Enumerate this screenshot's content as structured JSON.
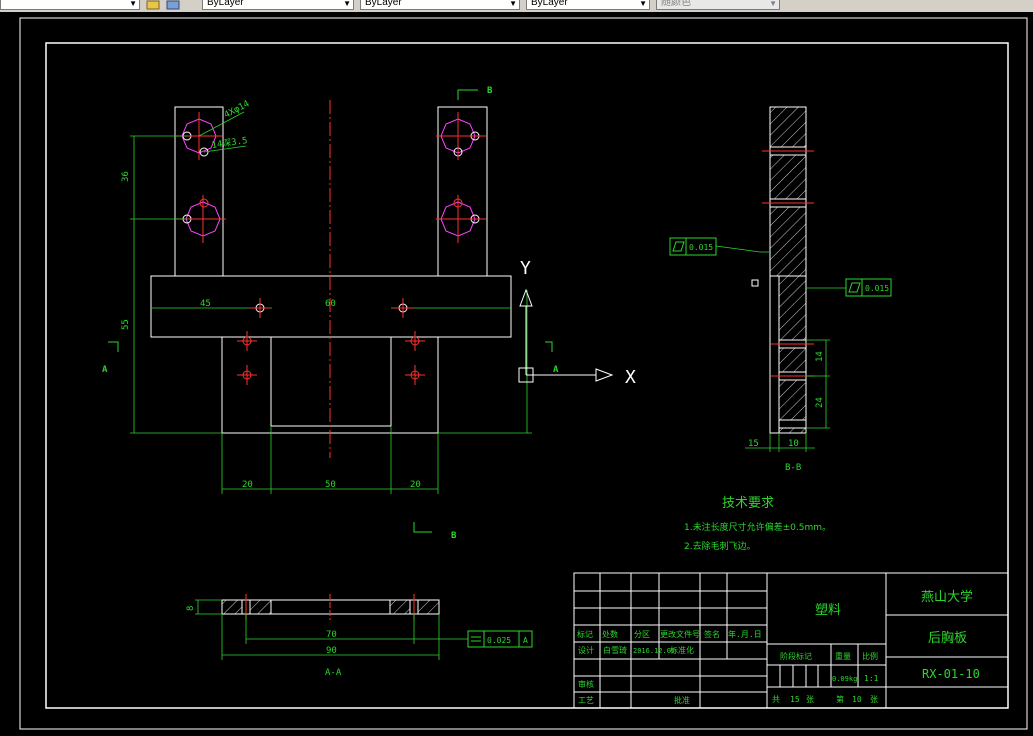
{
  "toolbar": {
    "layer_combo_partial": "",
    "linetype_value": "ByLayer",
    "lineweight_value": "ByLayer",
    "plotstyle_value": "ByLayer",
    "color_value": "随颜色"
  },
  "drawing": {
    "section_markers": {
      "b_top": "B",
      "b_bottom": "B",
      "a_left": "A",
      "a_right": "A",
      "aa_label": "A-A",
      "bb_label": "B-B"
    },
    "hole_callouts": {
      "callout_1": "4Xφ14",
      "callout_2": "14深3.5"
    },
    "dims_front": {
      "h36": "36",
      "h55": "55",
      "d45": "45",
      "d60": "60",
      "d20a": "20",
      "d50": "50",
      "d20b": "20"
    },
    "dims_side": {
      "d14": "14",
      "d24": "24",
      "d15": "15",
      "d10": "10"
    },
    "dims_aa": {
      "d8": "8",
      "d70": "70",
      "d90": "90"
    },
    "tolerances": {
      "flatness_left": "0.015",
      "flatness_right": "0.015",
      "parallel": "0.025",
      "parallel_datum": "A"
    },
    "ucs": {
      "x": "X",
      "y": "Y"
    }
  },
  "tech_requirements": {
    "title": "技术要求",
    "item_1": "1.未注长度尺寸允许偏差±0.5mm。",
    "item_2": "2.去除毛刺飞边。"
  },
  "title_block": {
    "material": "塑料",
    "company": "燕山大学",
    "part_name": "后胸板",
    "drawing_no": "RX-01-10",
    "rev_headers": [
      "标记",
      "处数",
      "分区",
      "更改文件号",
      "签名",
      "年.月.日"
    ],
    "design_label": "设计",
    "designer": "白雪琦",
    "design_date": "2016.12.07",
    "standardize_label": "标准化",
    "review_label": "审核",
    "process_label": "工艺",
    "approve_label": "批准",
    "stage_label": "阶段标记",
    "weight_label": "重量",
    "scale_label": "比例",
    "weight_value": "0.09kg",
    "scale_value": "1:1",
    "sheets_total_prefix": "共",
    "sheets_total": "15",
    "sheets_unit1": "张",
    "sheet_prefix": "第",
    "sheet_no": "10",
    "sheets_unit2": "张"
  }
}
